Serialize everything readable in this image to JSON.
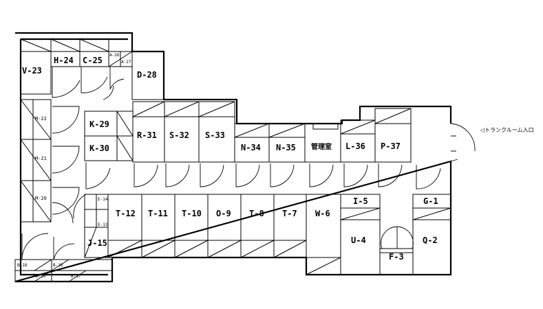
{
  "units": {
    "V23": "V-23",
    "H24": "H-24",
    "C25": "C-25",
    "A26": "A-26",
    "A27": "A-27",
    "D28": "D-28",
    "M22": "M-22",
    "M21": "M-21",
    "M20": "M-20",
    "K29": "K-29",
    "K30": "K-30",
    "R31": "R-31",
    "S32": "S-32",
    "S33": "S-33",
    "N34": "N-34",
    "N35": "N-35",
    "office": "管理室",
    "L36": "L-36",
    "P37": "P-37",
    "E14": "E-14",
    "E13": "E-13",
    "T12": "T-12",
    "T11": "T-11",
    "T10": "T-10",
    "O9": "O-9",
    "T8": "T-8",
    "T7": "T-7",
    "W6": "W-6",
    "I5": "I-5",
    "U4": "U-4",
    "F3": "F-3",
    "G1": "G-1",
    "Q2": "Q-2",
    "J15": "J-15",
    "B18": "B-18",
    "B19": "B-19",
    "B16": "B-16",
    "B17": "B-17"
  },
  "entrance_label": "◁トランクルーム入口"
}
